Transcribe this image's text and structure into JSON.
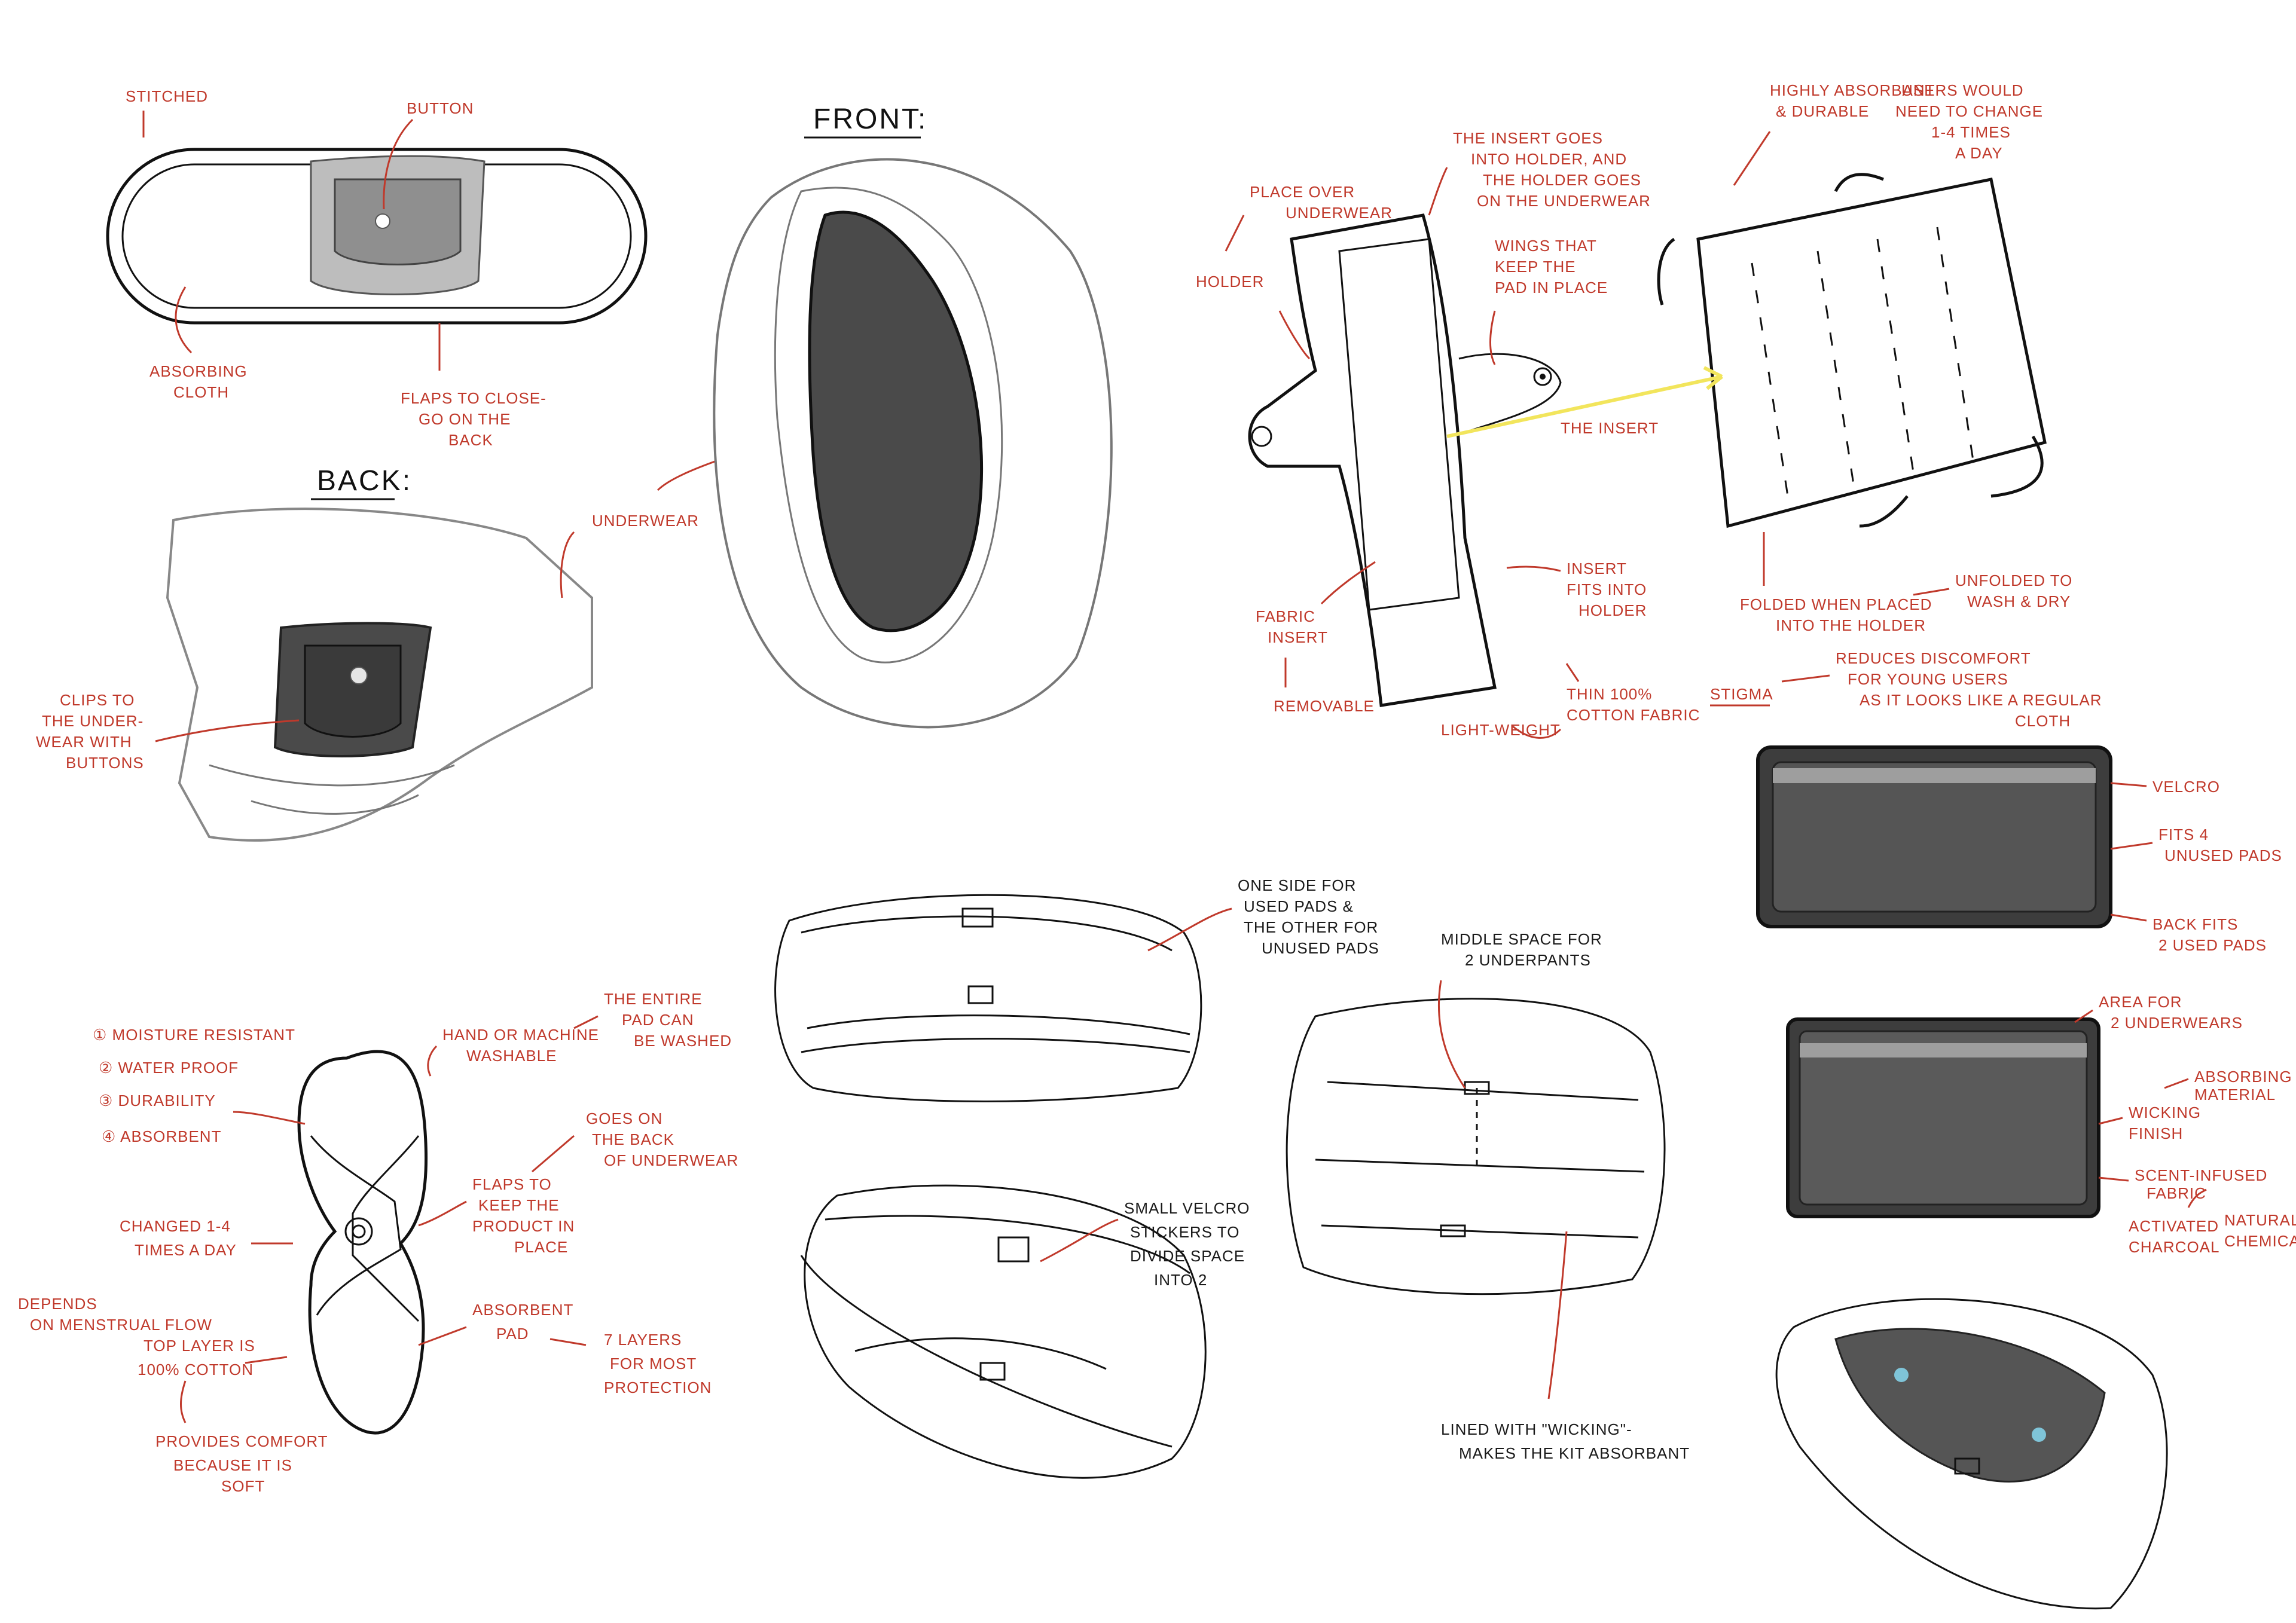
{
  "headings": {
    "front": "FRONT:",
    "back": "BACK:"
  },
  "liner": {
    "stitched": "STITCHED",
    "button": "BUTTON",
    "absorbing_cloth": [
      "ABSORBING",
      "CLOTH"
    ],
    "flaps": [
      "FLAPS TO CLOSE-",
      "GO ON THE",
      "BACK"
    ]
  },
  "back_view": {
    "underwear": "UNDERWEAR",
    "clips": [
      "CLIPS TO",
      "THE UNDER-",
      "WEAR WITH",
      "BUTTONS"
    ]
  },
  "holder": {
    "place_over": [
      "PLACE OVER",
      "UNDERWEAR"
    ],
    "holder": "HOLDER",
    "insert_goes": [
      "THE INSERT GOES",
      "INTO HOLDER, AND",
      "THE HOLDER GOES",
      "ON THE UNDERWEAR"
    ],
    "wings": [
      "WINGS THAT",
      "KEEP THE",
      "PAD IN PLACE"
    ],
    "the_insert": "THE INSERT",
    "insert_fits": [
      "INSERT",
      "FITS INTO",
      "HOLDER"
    ],
    "fabric_insert": [
      "FABRIC",
      "INSERT"
    ],
    "removable": "REMOVABLE",
    "light_weight": "LIGHT-WEIGHT",
    "thin_cotton": [
      "THIN 100%",
      "COTTON FABRIC"
    ],
    "highly_absorbant": [
      "HIGHLY ABSORBANT",
      "& DURABLE"
    ],
    "users_change": [
      "USERS WOULD",
      "NEED TO CHANGE",
      "1-4 TIMES",
      "A DAY"
    ],
    "folded": [
      "FOLDED WHEN PLACED",
      "INTO THE HOLDER"
    ],
    "unfolded": [
      "UNFOLDED TO",
      "WASH & DRY"
    ],
    "reduces": [
      "REDUCES DISCOMFORT",
      "FOR YOUNG USERS",
      "AS IT LOOKS LIKE A REGULAR",
      "CLOTH"
    ],
    "stigma": "STIGMA"
  },
  "pad": {
    "properties": [
      "① MOISTURE RESISTANT",
      "② WATER PROOF",
      "③ DURABILITY",
      "④ ABSORBENT"
    ],
    "hand_machine": [
      "HAND OR MACHINE",
      "WASHABLE"
    ],
    "entire_pad": [
      "THE ENTIRE",
      "PAD CAN",
      "BE WASHED"
    ],
    "goes_on_back": [
      "GOES ON",
      "THE BACK",
      "OF UNDERWEAR"
    ],
    "flaps_keep": [
      "FLAPS TO",
      "KEEP THE",
      "PRODUCT IN",
      "PLACE"
    ],
    "changed": [
      "CHANGED 1-4",
      "TIMES A DAY"
    ],
    "depends": [
      "DEPENDS",
      "ON MENSTRUAL FLOW"
    ],
    "top_layer": [
      "TOP LAYER IS",
      "100% COTTON"
    ],
    "provides_comfort": [
      "PROVIDES COMFORT",
      "BECAUSE IT IS",
      "SOFT"
    ],
    "absorbent_pad": [
      "ABSORBENT",
      "PAD"
    ],
    "seven_layers": [
      "7 LAYERS",
      "FOR MOST",
      "PROTECTION"
    ]
  },
  "kit": {
    "one_side": [
      "ONE SIDE FOR",
      "USED PADS &",
      "THE OTHER FOR",
      "UNUSED PADS"
    ],
    "small_velcro": [
      "SMALL VELCRO",
      "STICKERS TO",
      "DIVIDE SPACE",
      "INTO 2"
    ],
    "middle_space": [
      "MIDDLE SPACE FOR",
      "2 UNDERPANTS"
    ],
    "lined_with": [
      "LINED WITH \"WICKING\"-",
      "MAKES THE KIT ABSORBANT"
    ],
    "velcro": "VELCRO",
    "fits_4": [
      "FITS 4",
      "UNUSED PADS"
    ],
    "back_fits": [
      "BACK FITS",
      "2 USED PADS"
    ],
    "area_for": [
      "AREA FOR",
      "2 UNDERWEARS"
    ],
    "absorbing_material": [
      "ABSORBING",
      "MATERIAL"
    ],
    "wicking_finish": [
      "WICKING",
      "FINISH"
    ],
    "scent_infused": [
      "SCENT-INFUSED",
      "FABRIC"
    ],
    "activated_charcoal": [
      "ACTIVATED",
      "CHARCOAL"
    ],
    "natural_chemical": [
      "NATURAL",
      "CHEMICAL"
    ]
  },
  "colors": {
    "annotation": "#c0392b",
    "ink": "#111111",
    "fill_dark": "#4a4a4a",
    "fill_grey": "#9e9e9e",
    "insert_arrow": "#f2e55c"
  }
}
